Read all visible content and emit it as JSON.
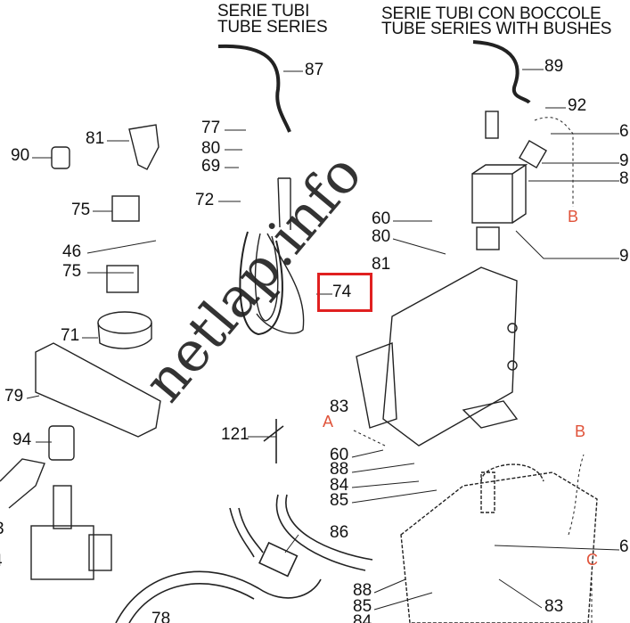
{
  "headers": {
    "tube_series_it": "SERIE TUBI",
    "tube_series_en": "TUBE SERIES",
    "bushes_it": "SERIE TUBI CON BOCCOLE",
    "bushes_en": "TUBE SERIES WITH BUSHES"
  },
  "part_labels": [
    "87",
    "89",
    "92",
    "6",
    "9",
    "8",
    "9",
    "90",
    "81",
    "77",
    "80",
    "69",
    "72",
    "75",
    "46",
    "75",
    "71",
    "79",
    "74",
    "60",
    "80",
    "81",
    "83",
    "121",
    "60",
    "88",
    "84",
    "85",
    "86",
    "94",
    "3",
    "4",
    "88",
    "85",
    "84",
    "78",
    "83",
    "6"
  ],
  "connector_labels": [
    "B",
    "A",
    "B",
    "C"
  ],
  "highlighted_part": "74",
  "watermark": "netlap.info",
  "colors": {
    "line": "#111111",
    "connector": "#e0533a",
    "highlight": "#e02020"
  }
}
